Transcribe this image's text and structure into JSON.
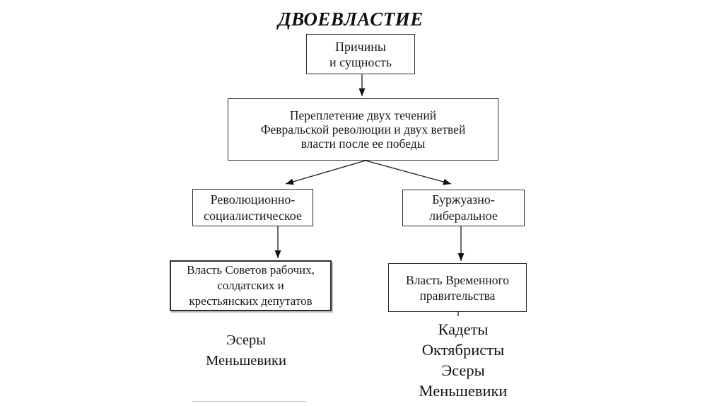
{
  "title": "ДВОЕВЛАСТИЕ",
  "boxes": {
    "causes": "Причины\nи сущность",
    "interweaving": "Переплетение двух течений\nФевральской революции и двух ветвей\nвласти после ее победы",
    "rev_socialist": "Революционно-\nсоциалистическое",
    "bourgeois_liberal": "Буржуазно-\nлиберальное",
    "soviet_power": "Власть Советов рабочих,\nсолдатских и\nкрестьянских депутатов",
    "provisional_gov": "Власть Временного\nправительства"
  },
  "lists": {
    "left_parties": "Эсеры\nМеньшевики",
    "right_parties": "Кадеты\nОктябристы\nЭсеры\nМеньшевики"
  },
  "colors": {
    "ink": "#1a1a1a",
    "background": "#ffffff",
    "divider": "#c6c6c6"
  }
}
